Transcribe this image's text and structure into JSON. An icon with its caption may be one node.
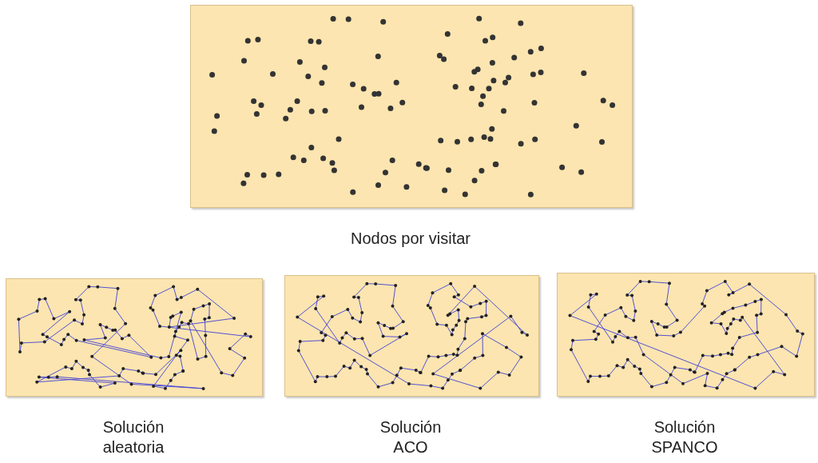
{
  "diagram": {
    "nodes": [
      {
        "text": [],
        "shape": "picture",
        "beside": [
          "Nodos por visitar"
        ]
      },
      {
        "text": [],
        "shape": "picture",
        "beside": [
          "Solución aleatoria"
        ]
      },
      {
        "text": [],
        "shape": "picture",
        "beside": [
          "Solución ACO"
        ]
      },
      {
        "text": [],
        "shape": "picture",
        "beside": [
          "Solución SPANCO"
        ]
      }
    ],
    "edges": []
  }
}
